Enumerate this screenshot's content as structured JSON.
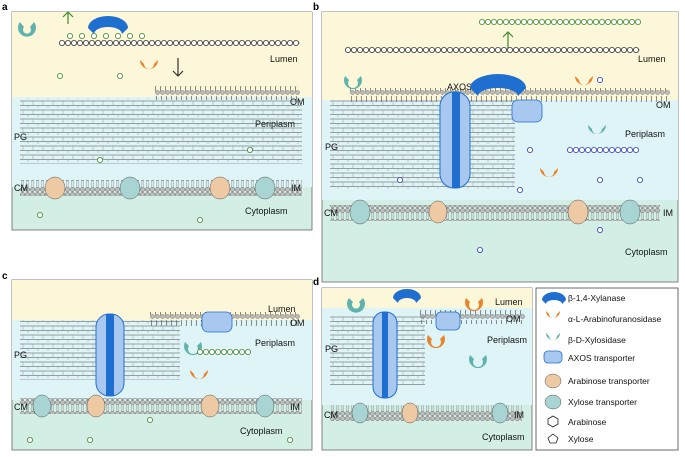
{
  "panels": [
    {
      "letter": "a",
      "labels": {
        "lumen": "Lumen",
        "om": "OM",
        "periplasm": "Periplasm",
        "pg": "PG",
        "cm": "CM",
        "im": "IM",
        "cytoplasm": "Cytoplasm"
      }
    },
    {
      "letter": "b",
      "labels": {
        "lumen": "Lumen",
        "om": "OM",
        "periplasm": "Periplasm",
        "pg": "PG",
        "cm": "CM",
        "im": "IM",
        "cytoplasm": "Cytoplasm"
      }
    },
    {
      "letter": "c",
      "labels": {
        "lumen": "Lumen",
        "om": "OM",
        "periplasm": "Periplasm",
        "pg": "PG",
        "cm": "CM",
        "im": "IM",
        "cytoplasm": "Cytoplasm"
      }
    },
    {
      "letter": "d",
      "labels": {
        "lumen": "Lumen",
        "om": "OM",
        "periplasm": "Periplasm",
        "pg": "PG",
        "cm": "CM",
        "im": "IM",
        "cytoplasm": "Cytoplasm"
      }
    }
  ],
  "transporter_label": "AXOS",
  "legend": [
    {
      "label": "β-1,4-Xylanase",
      "icon": "xylanase-icon"
    },
    {
      "label": "α-L-Arabinofuranosidase",
      "icon": "arabinofuranosidase-icon"
    },
    {
      "label": "β-D-Xylosidase",
      "icon": "xylosidase-icon"
    },
    {
      "label": "AXOS transporter",
      "icon": "axos-transporter-icon"
    },
    {
      "label": "Arabinose transporter",
      "icon": "arabinose-transporter-icon"
    },
    {
      "label": "Xylose transporter",
      "icon": "xylose-transporter-icon"
    },
    {
      "label": "Arabinose",
      "icon": "arabinose-hexagon-icon"
    },
    {
      "label": "Xylose",
      "icon": "xylose-pentagon-icon"
    }
  ],
  "colors": {
    "lumen": "#fcf7d8",
    "periplasm": "#dff4f6",
    "cytoplasm": "#d3efe5",
    "xylanase": "#1f6fd0",
    "arabinofuranosidase": "#e8842c",
    "xylosidase": "#5fb3ad",
    "axos_transporter": "#a9c8f0",
    "arabinose_transporter": "#edc9a4",
    "xylose_transporter": "#a9d4d4",
    "sugar_green": "#3c8b2c",
    "sugar_blue": "#2b3bc8"
  }
}
